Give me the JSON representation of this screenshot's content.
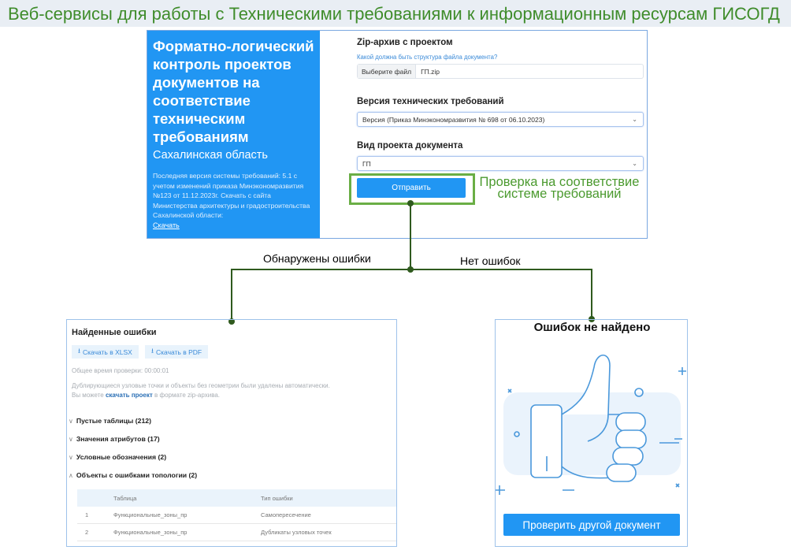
{
  "banner": {
    "title": "Веб-сервисы для работы с Техническими требованиями к информационным ресурсам ГИСОГД"
  },
  "form_page": {
    "heading": "Форматно-логический контроль проектов документов на соответствие техническим требованиям",
    "region": "Сахалинская область",
    "info": "Последняя версия системы требований: 5.1 с учетом изменений приказа Минэкономразвития №123 от 11.12.2023г. Скачать с сайта Министерства архитектуры и градостроительства Сахалинской области:",
    "download_link": "Скачать",
    "zip_label": "Zip-архив с проектом",
    "structure_link": "Какой должна быть структура файла документа?",
    "file_button": "Выберите файл",
    "file_value": "ГП.zip",
    "version_label": "Версия технических требований",
    "version_value": "Версия (Приказ Минэкономразвития № 698 от 06.10.2023)",
    "type_label": "Вид проекта документа",
    "type_value": "ГП",
    "submit": "Отправить"
  },
  "annotation": "Проверка на соответствие системе требований",
  "branches": {
    "errors": "Обнаружены ошибки",
    "no_errors": "Нет ошибок"
  },
  "errors_page": {
    "title": "Найденные ошибки",
    "xlsx": "Скачать в XLSX",
    "pdf": "Скачать в PDF",
    "time": "Общее время проверки: 00:00:01",
    "note1": "Дублирующиеся узловые точки и объекты без геометрии были удалены автоматически.",
    "note2_pre": "Вы можете",
    "note2_link": "скачать проект",
    "note2_post": "в формате zip-архива.",
    "sections": [
      "Пустые таблицы (212)",
      "Значения атрибутов (17)",
      "Условные обозначения (2)",
      "Объекты с ошибками топологии (2)"
    ],
    "table": {
      "headers": [
        "Таблица",
        "Тип ошибки"
      ],
      "rows": [
        [
          "1",
          "Функциональные_зоны_пр",
          "Самопересечение"
        ],
        [
          "2",
          "Функциональные_зоны_пр",
          "Дубликаты узловых точек"
        ]
      ]
    }
  },
  "success_page": {
    "title": "Ошибок не найдено",
    "button": "Проверить другой документ"
  },
  "colors": {
    "accent": "#2196f3",
    "green": "#4b9a2f",
    "connector": "#2f5a1e"
  }
}
